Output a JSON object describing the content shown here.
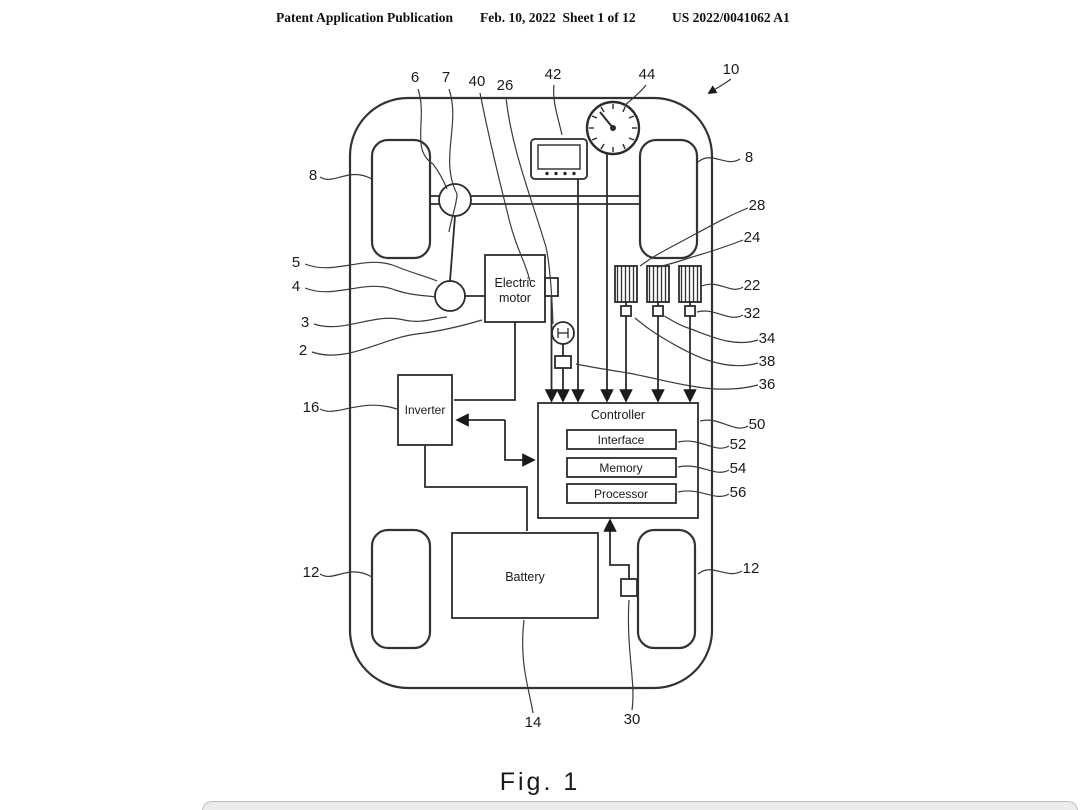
{
  "header": {
    "publication": "Patent Application Publication",
    "date_sheet": "Feb. 10, 2022  Sheet 1 of 12",
    "doc_number": "US 2022/0041062 A1"
  },
  "figure": {
    "caption": "Fig. 1"
  },
  "components": {
    "electric_motor_line1": "Electric",
    "electric_motor_line2": "motor",
    "inverter": "Inverter",
    "battery": "Battery",
    "controller": "Controller",
    "interface": "Interface",
    "memory": "Memory",
    "processor": "Processor"
  },
  "refs": {
    "r2": "2",
    "r3": "3",
    "r4": "4",
    "r5": "5",
    "r6": "6",
    "r7": "7",
    "r8": "8",
    "r10": "10",
    "r12": "12",
    "r14": "14",
    "r16": "16",
    "r22": "22",
    "r24": "24",
    "r26": "26",
    "r28": "28",
    "r30": "30",
    "r32": "32",
    "r34": "34",
    "r36": "36",
    "r38": "38",
    "r40": "40",
    "r42": "42",
    "r44": "44",
    "r50": "50",
    "r52": "52",
    "r54": "54",
    "r56": "56"
  }
}
